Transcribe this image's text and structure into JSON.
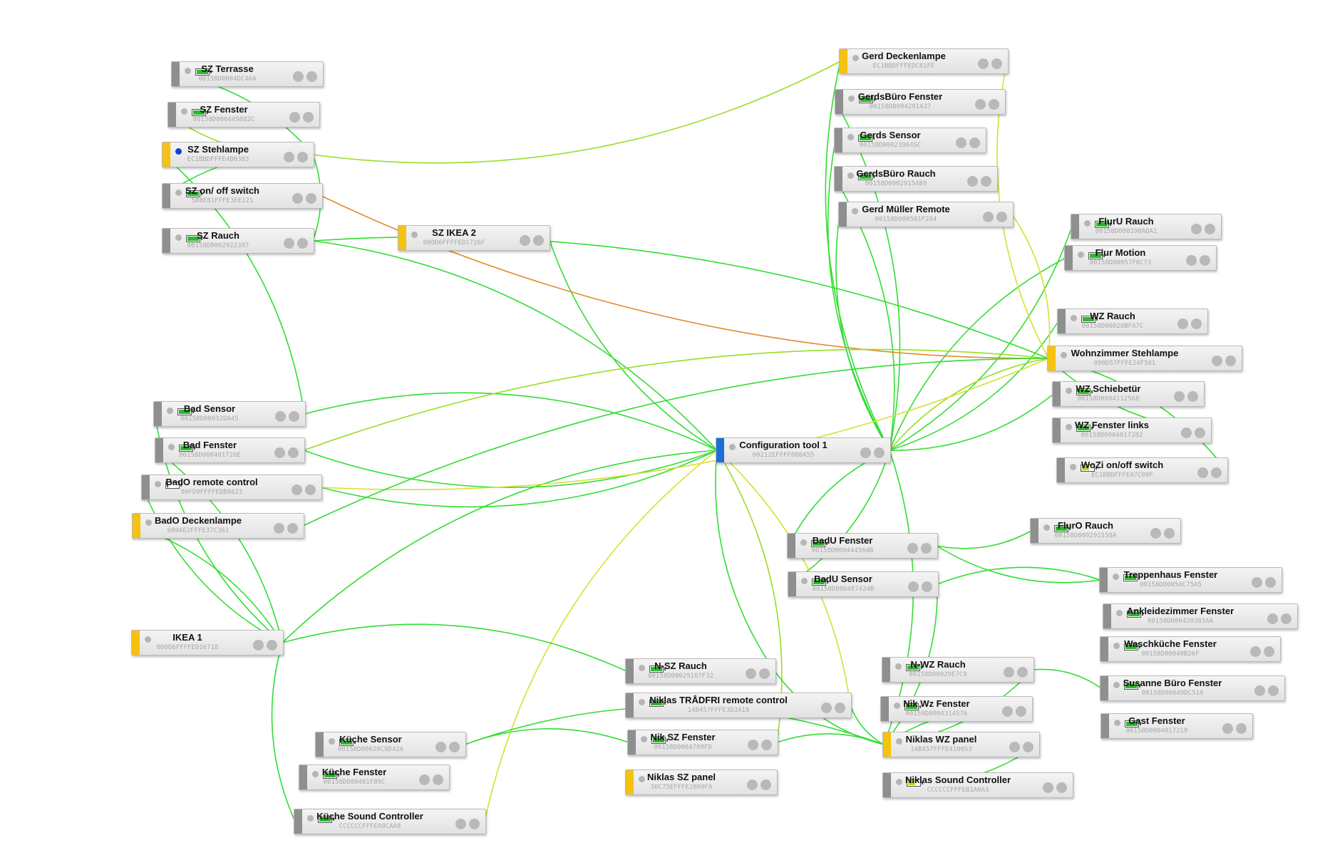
{
  "colors": {
    "router": "#f5c211",
    "end_device": "#8f8f8f",
    "coordinator": "#1c6fd8",
    "link_good": "#33dd33",
    "link_mid": "#99dd22",
    "link_weak": "#d8df33",
    "link_bad": "#e08a2a"
  },
  "nodes": [
    {
      "id": "sz-terrasse",
      "name": "SZ Terrasse",
      "addr": "00158D0004DC46A",
      "kind": "end",
      "battery": 100
    },
    {
      "id": "sz-fenster",
      "name": "SZ Fenster",
      "addr": "00158D000449882C",
      "kind": "end",
      "battery": 100
    },
    {
      "id": "sz-stehlampe",
      "name": "SZ Stehlampe",
      "addr": "EC1BBDFFFE4B0383",
      "kind": "router",
      "active": true
    },
    {
      "id": "sz-switch",
      "name": "SZ on/ off switch",
      "addr": "588E81FFFE3EE121",
      "kind": "end",
      "battery": 100
    },
    {
      "id": "sz-rauch",
      "name": "SZ Rauch",
      "addr": "00158D0002922397",
      "kind": "end",
      "battery": 100
    },
    {
      "id": "sz-ikea2",
      "name": "SZ IKEA 2",
      "addr": "000D6FFFFED1726F",
      "kind": "router"
    },
    {
      "id": "gerd-deckenlampe",
      "name": "Gerd Deckenlampe",
      "addr": "EC1BBDFFFEDC81FE",
      "kind": "router"
    },
    {
      "id": "gerdsbuero-fenster",
      "name": "GerdsBüro Fenster",
      "addr": "00158D0004201A37",
      "kind": "end",
      "battery": 100
    },
    {
      "id": "gerds-sensor",
      "name": "Gerds Sensor",
      "addr": "00158D00023964SC",
      "kind": "end",
      "battery": 100
    },
    {
      "id": "gerdsbuero-rauch",
      "name": "GerdsBüro Rauch",
      "addr": "00158D0002915489",
      "kind": "end",
      "battery": 100
    },
    {
      "id": "gerd-mueller-remote",
      "name": "Gerd Müller Remote",
      "addr": "00158D000501F2A4",
      "kind": "end"
    },
    {
      "id": "fluru-rauch",
      "name": "FlurU Rauch",
      "addr": "00158D000290ADA1",
      "kind": "end",
      "battery": 100
    },
    {
      "id": "flur-motion",
      "name": "Flur Motion",
      "addr": "00158D00057F8C73",
      "kind": "end",
      "battery": 100
    },
    {
      "id": "wz-rauch",
      "name": "WZ Rauch",
      "addr": "00158D00028BFA7C",
      "kind": "end",
      "battery": 100
    },
    {
      "id": "wohnzimmer-stehlampe",
      "name": "Wohnzimmer Stehlampe",
      "addr": "000D57FFFE24F581",
      "kind": "router"
    },
    {
      "id": "wz-schiebetuer",
      "name": "WZ Schiebetür",
      "addr": "00158D0004112568",
      "kind": "end",
      "battery": 100
    },
    {
      "id": "wz-fenster-links",
      "name": "WZ Fenster links",
      "addr": "00158D0004017282",
      "kind": "end",
      "battery": 100
    },
    {
      "id": "wozi-switch",
      "name": "WoZi on/off switch",
      "addr": "EC1BBDFFFEA7C00F",
      "kind": "end",
      "battery": 60
    },
    {
      "id": "configuration-tool",
      "name": "Configuration tool 1",
      "addr": "00212EFFFF088A55",
      "kind": "coordinator"
    },
    {
      "id": "bad-sensor",
      "name": "Bad Sensor",
      "addr": "00158D00032DA45",
      "kind": "end",
      "battery": 100
    },
    {
      "id": "bad-fenster",
      "name": "Bad Fenster",
      "addr": "00158D000401726E",
      "kind": "end",
      "battery": 100
    },
    {
      "id": "bado-remote",
      "name": "BadO remote control",
      "addr": "90FD9FFFFEDB8623",
      "kind": "end",
      "battery": 10
    },
    {
      "id": "bado-deckenlampe",
      "name": "BadO Deckenlampe",
      "addr": "680AE2FFFE37C361",
      "kind": "router"
    },
    {
      "id": "ikea1",
      "name": "IKEA 1",
      "addr": "000D6FFFFED16718",
      "kind": "router"
    },
    {
      "id": "badu-fenster",
      "name": "BadU Fenster",
      "addr": "00158D000444564B",
      "kind": "end",
      "battery": 100
    },
    {
      "id": "badu-sensor",
      "name": "BadU Sensor",
      "addr": "00158D000487424B",
      "kind": "end",
      "battery": 100
    },
    {
      "id": "fluro-rauch",
      "name": "FlurO Rauch",
      "addr": "00158D000291558A",
      "kind": "end",
      "battery": 100
    },
    {
      "id": "treppenhaus-fenster",
      "name": "Treppenhaus Fenster",
      "addr": "00158D00054C75A5",
      "kind": "end",
      "battery": 100
    },
    {
      "id": "ankleide-fenster",
      "name": "Ankleidezimmer Fenster",
      "addr": "00158D000420383AA",
      "kind": "end",
      "battery": 100
    },
    {
      "id": "waschkueche-fenster",
      "name": "Waschküche Fenster",
      "addr": "00158D00040B26F",
      "kind": "end",
      "battery": 100
    },
    {
      "id": "susanne-fenster",
      "name": "Susanne Büro Fenster",
      "addr": "00158D00049DC510",
      "kind": "end",
      "battery": 100
    },
    {
      "id": "gast-fenster",
      "name": "Gast Fenster",
      "addr": "00158D0004017219",
      "kind": "end",
      "battery": 100
    },
    {
      "id": "nsz-rauch",
      "name": "N-SZ Rauch",
      "addr": "00158D00029107F32",
      "kind": "end",
      "battery": 100
    },
    {
      "id": "nwz-rauch",
      "name": "N-WZ Rauch",
      "addr": "00158D00029E7C9",
      "kind": "end",
      "battery": 100
    },
    {
      "id": "niklas-remote",
      "name": "Niklas TRÅDFRI remote control",
      "addr": "14B457FFFE3D3A18",
      "kind": "end",
      "battery": 100
    },
    {
      "id": "nik-wz-fenster",
      "name": "Nik Wz Fenster",
      "addr": "00158D0004314576",
      "kind": "end",
      "battery": 100
    },
    {
      "id": "nik-sz-fenster",
      "name": "Nik SZ Fenster",
      "addr": "00158D0004709FD",
      "kind": "end",
      "battery": 100
    },
    {
      "id": "niklas-wz-panel",
      "name": "Niklas WZ panel",
      "addr": "14B457FFFE4190S3",
      "kind": "router"
    },
    {
      "id": "niklas-sz-panel",
      "name": "Niklas SZ panel",
      "addr": "30C75EFFFE2009FA",
      "kind": "router"
    },
    {
      "id": "niklas-sound",
      "name": "Niklas Sound Controller",
      "addr": "CCCCCCFFFEB1A0A3",
      "kind": "end",
      "battery": 60
    },
    {
      "id": "kueche-sensor",
      "name": "Küche Sensor",
      "addr": "00158D00020C9D42A",
      "kind": "end",
      "battery": 100
    },
    {
      "id": "kueche-fenster",
      "name": "Küche Fenster",
      "addr": "00158D000401F89C",
      "kind": "end",
      "battery": 100
    },
    {
      "id": "kueche-sound",
      "name": "Küche Sound Controller",
      "addr": "CCCCCCFFFEA8CAA8",
      "kind": "end",
      "battery": 100
    }
  ],
  "links": [
    {
      "from": "configuration-tool",
      "to": "gerd-deckenlampe",
      "quality": "good"
    },
    {
      "from": "configuration-tool",
      "to": "gerdsbuero-fenster",
      "quality": "good"
    },
    {
      "from": "configuration-tool",
      "to": "gerds-sensor",
      "quality": "good"
    },
    {
      "from": "configuration-tool",
      "to": "gerdsbuero-rauch",
      "quality": "good"
    },
    {
      "from": "configuration-tool",
      "to": "gerd-mueller-remote",
      "quality": "good"
    },
    {
      "from": "configuration-tool",
      "to": "fluru-rauch",
      "quality": "good"
    },
    {
      "from": "configuration-tool",
      "to": "flur-motion",
      "quality": "good"
    },
    {
      "from": "configuration-tool",
      "to": "wz-rauch",
      "quality": "good"
    },
    {
      "from": "configuration-tool",
      "to": "wohnzimmer-stehlampe",
      "quality": "mid"
    },
    {
      "from": "configuration-tool",
      "to": "wz-schiebetuer",
      "quality": "good"
    },
    {
      "from": "configuration-tool",
      "to": "sz-ikea2",
      "quality": "good"
    },
    {
      "from": "configuration-tool",
      "to": "sz-rauch",
      "quality": "good"
    },
    {
      "from": "configuration-tool",
      "to": "bad-fenster",
      "quality": "good"
    },
    {
      "from": "configuration-tool",
      "to": "bad-sensor",
      "quality": "good"
    },
    {
      "from": "configuration-tool",
      "to": "bado-remote",
      "quality": "good"
    },
    {
      "from": "configuration-tool",
      "to": "badu-fenster",
      "quality": "good"
    },
    {
      "from": "configuration-tool",
      "to": "badu-sensor",
      "quality": "good"
    },
    {
      "from": "configuration-tool",
      "to": "nsz-rauch",
      "quality": "good"
    },
    {
      "from": "configuration-tool",
      "to": "niklas-remote",
      "quality": "weak"
    },
    {
      "from": "configuration-tool",
      "to": "kueche-sound",
      "quality": "weak"
    },
    {
      "from": "configuration-tool",
      "to": "niklas-wz-panel",
      "quality": "good"
    },
    {
      "from": "configuration-tool",
      "to": "ikea1",
      "quality": "good"
    },
    {
      "from": "configuration-tool",
      "to": "nik-sz-fenster",
      "quality": "mid"
    },
    {
      "from": "sz-stehlampe",
      "to": "sz-terrasse",
      "quality": "good"
    },
    {
      "from": "sz-stehlampe",
      "to": "sz-fenster",
      "quality": "mid"
    },
    {
      "from": "sz-stehlampe",
      "to": "sz-switch",
      "quality": "good"
    },
    {
      "from": "sz-stehlampe",
      "to": "sz-rauch",
      "quality": "good"
    },
    {
      "from": "sz-stehlampe",
      "to": "gerd-deckenlampe",
      "quality": "mid"
    },
    {
      "from": "sz-stehlampe",
      "to": "bad-sensor",
      "quality": "good"
    },
    {
      "from": "sz-switch",
      "to": "wohnzimmer-stehlampe",
      "quality": "bad"
    },
    {
      "from": "sz-rauch",
      "to": "wohnzimmer-stehlampe",
      "quality": "good"
    },
    {
      "from": "gerd-deckenlampe",
      "to": "wohnzimmer-stehlampe",
      "quality": "weak"
    },
    {
      "from": "gerd-mueller-remote",
      "to": "wohnzimmer-stehlampe",
      "quality": "weak"
    },
    {
      "from": "wohnzimmer-stehlampe",
      "to": "wz-fenster-links",
      "quality": "good"
    },
    {
      "from": "wohnzimmer-stehlampe",
      "to": "wozi-switch",
      "quality": "good"
    },
    {
      "from": "wohnzimmer-stehlampe",
      "to": "bad-fenster",
      "quality": "mid"
    },
    {
      "from": "wohnzimmer-stehlampe",
      "to": "bado-remote",
      "quality": "weak"
    },
    {
      "from": "wohnzimmer-stehlampe",
      "to": "bado-deckenlampe",
      "quality": "good"
    },
    {
      "from": "ikea1",
      "to": "bad-sensor",
      "quality": "good"
    },
    {
      "from": "ikea1",
      "to": "bad-fenster",
      "quality": "good"
    },
    {
      "from": "ikea1",
      "to": "bado-remote",
      "quality": "good"
    },
    {
      "from": "ikea1",
      "to": "bado-deckenlampe",
      "quality": "good"
    },
    {
      "from": "ikea1",
      "to": "nsz-rauch",
      "quality": "good"
    },
    {
      "from": "ikea1",
      "to": "kueche-sound",
      "quality": "good"
    },
    {
      "from": "niklas-wz-panel",
      "to": "nsz-rauch",
      "quality": "good"
    },
    {
      "from": "niklas-wz-panel",
      "to": "nwz-rauch",
      "quality": "good"
    },
    {
      "from": "niklas-wz-panel",
      "to": "nik-wz-fenster",
      "quality": "good"
    },
    {
      "from": "niklas-wz-panel",
      "to": "nik-sz-fenster",
      "quality": "good"
    },
    {
      "from": "niklas-wz-panel",
      "to": "niklas-remote",
      "quality": "good"
    },
    {
      "from": "niklas-wz-panel",
      "to": "kueche-sensor",
      "quality": "good"
    },
    {
      "from": "niklas-wz-panel",
      "to": "niklas-sound",
      "quality": "good"
    },
    {
      "from": "niklas-wz-panel",
      "to": "badu-sensor",
      "quality": "good"
    },
    {
      "from": "nwz-rauch",
      "to": "susanne-fenster",
      "quality": "good"
    },
    {
      "from": "badu-fenster",
      "to": "fluro-rauch",
      "quality": "good"
    },
    {
      "from": "badu-sensor",
      "to": "treppenhaus-fenster",
      "quality": "good"
    },
    {
      "from": "badu-fenster",
      "to": "treppenhaus-fenster",
      "quality": "good"
    },
    {
      "from": "kueche-sensor",
      "to": "nik-sz-fenster",
      "quality": "good"
    }
  ]
}
